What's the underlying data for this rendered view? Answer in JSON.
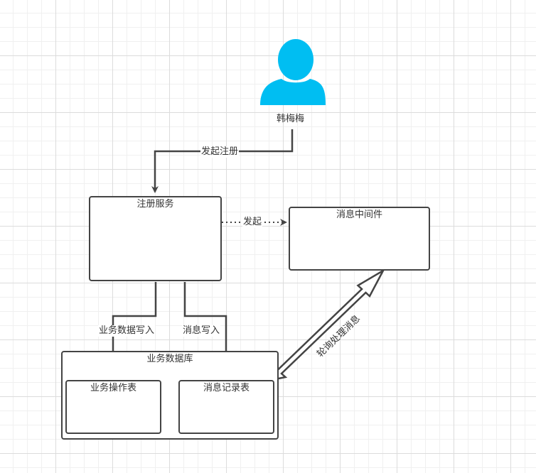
{
  "colors": {
    "user": "#00bef2",
    "stroke": "#444444",
    "grid": "#dcdcdc"
  },
  "icons": {
    "user": "person-icon"
  },
  "user": {
    "name": "韩梅梅"
  },
  "nodes": {
    "register_service": "注册服务",
    "message_middleware": "消息中间件",
    "business_db": "业务数据库",
    "business_table": "业务操作表",
    "message_table": "消息记录表"
  },
  "edges": {
    "initiate_register": "发起注册",
    "initiate": "发起",
    "write_business": "业务数据写入",
    "write_message": "消息写入",
    "poll_process": "轮询处理消息"
  }
}
